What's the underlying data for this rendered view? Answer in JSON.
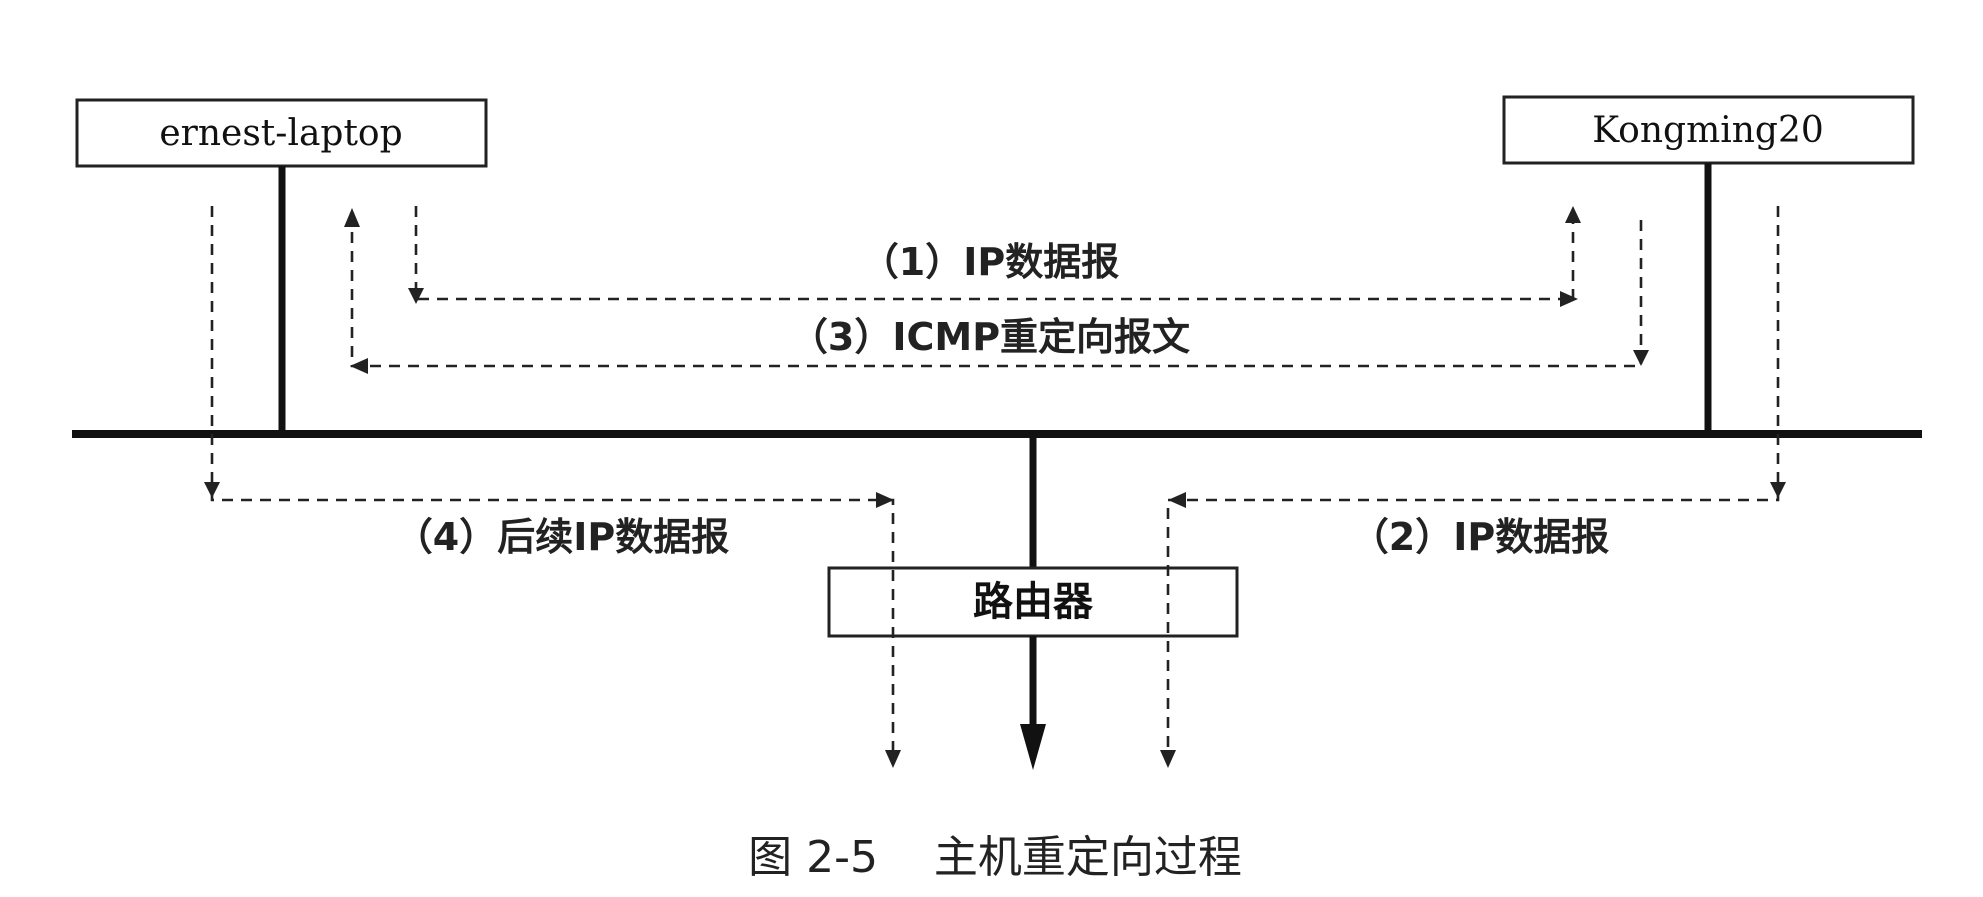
{
  "nodes": {
    "host_left": "ernest-laptop",
    "host_right": "Kongming20",
    "router": "路由器"
  },
  "flows": {
    "step1": "（1）IP数据报",
    "step2": "（2）IP数据报",
    "step3": "（3）ICMP重定向报文",
    "step4": "（4）后续IP数据报"
  },
  "caption": "图 2-5    主机重定向过程"
}
